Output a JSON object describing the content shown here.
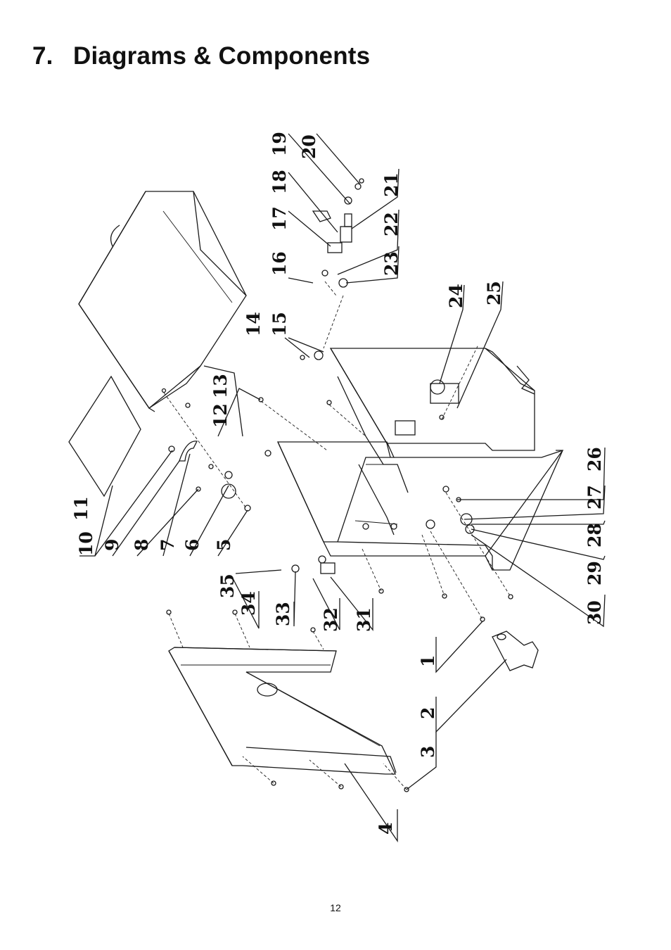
{
  "heading": {
    "number": "7.",
    "text": "Diagrams & Components"
  },
  "callouts": [
    "1",
    "2",
    "3",
    "4",
    "5",
    "6",
    "7",
    "8",
    "9",
    "10",
    "11",
    "12",
    "13",
    "14",
    "15",
    "16",
    "17",
    "18",
    "19",
    "20",
    "21",
    "22",
    "23",
    "24",
    "25",
    "26",
    "27",
    "28",
    "29",
    "30",
    "31",
    "32",
    "33",
    "34",
    "35"
  ],
  "page_number": "12"
}
